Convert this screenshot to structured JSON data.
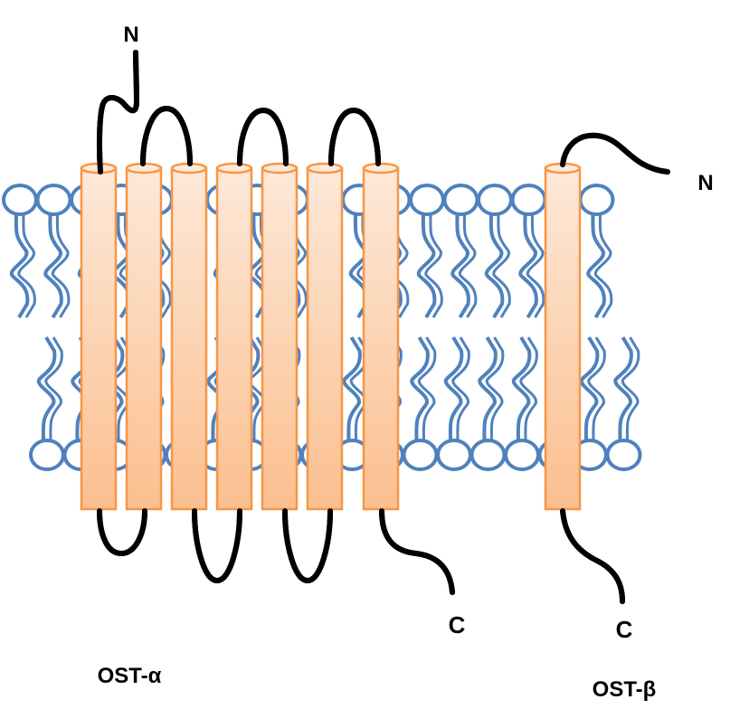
{
  "colors": {
    "lipid": "#4f81bd",
    "helix_stroke": "#f79646",
    "helix_fill_top": "#fde9d9",
    "helix_fill_bottom": "#fbbf8f",
    "loop": "#000000"
  },
  "labels": {
    "alpha_n": "N",
    "alpha_c": "C",
    "beta_n": "N",
    "beta_c": "C",
    "alpha_name": "OST-α",
    "beta_name": "OST-β"
  },
  "proteins": [
    {
      "name": "OST-α",
      "transmembrane_helices": 7
    },
    {
      "name": "OST-β",
      "transmembrane_helices": 1
    }
  ]
}
